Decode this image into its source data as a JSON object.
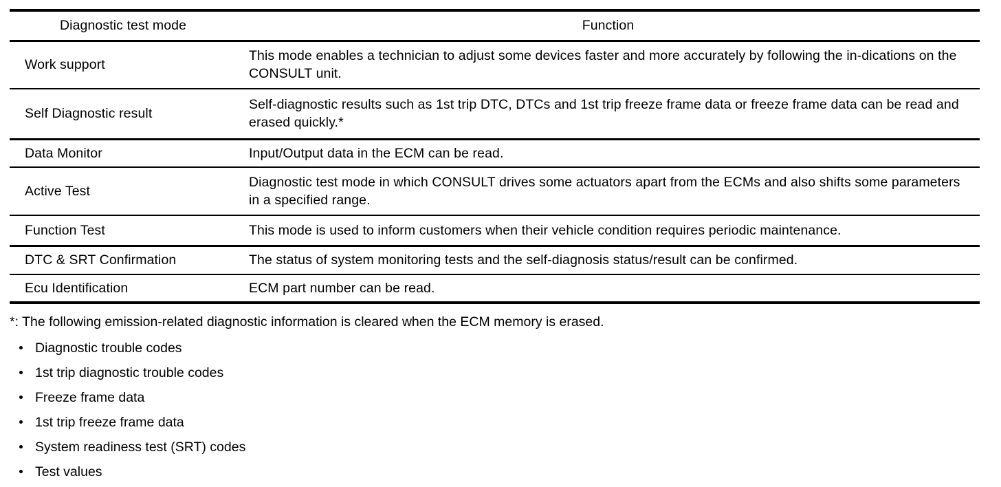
{
  "table": {
    "headers": {
      "mode": "Diagnostic test mode",
      "function": "Function"
    },
    "rows": [
      {
        "mode": "Work support",
        "function": "This mode enables a technician to adjust some devices faster and more accurately by following the in-dications on the CONSULT unit."
      },
      {
        "mode": "Self Diagnostic result",
        "function": "Self-diagnostic results such as 1st trip DTC, DTCs and 1st trip freeze frame data or freeze frame data can be read and erased quickly.*"
      },
      {
        "mode": "Data Monitor",
        "function": "Input/Output data in the ECM can be read."
      },
      {
        "mode": "Active Test",
        "function": "Diagnostic test mode in which CONSULT drives some actuators apart from the ECMs and also shifts some parameters in a specified range."
      },
      {
        "mode": "Function Test",
        "function": "This mode is used to inform customers when their vehicle condition requires periodic maintenance."
      },
      {
        "mode": "DTC & SRT Confirmation",
        "function": "The status of system monitoring tests and the self-diagnosis status/result can be confirmed."
      },
      {
        "mode": "Ecu Identification",
        "function": "ECM part number can be read."
      }
    ]
  },
  "notes": {
    "footnote": "*: The following emission-related diagnostic information is cleared when the ECM memory is erased.",
    "bullets": [
      "Diagnostic trouble codes",
      "1st trip diagnostic trouble codes",
      "Freeze frame data",
      "1st trip freeze frame data",
      "System readiness test (SRT) codes",
      "Test values"
    ]
  }
}
